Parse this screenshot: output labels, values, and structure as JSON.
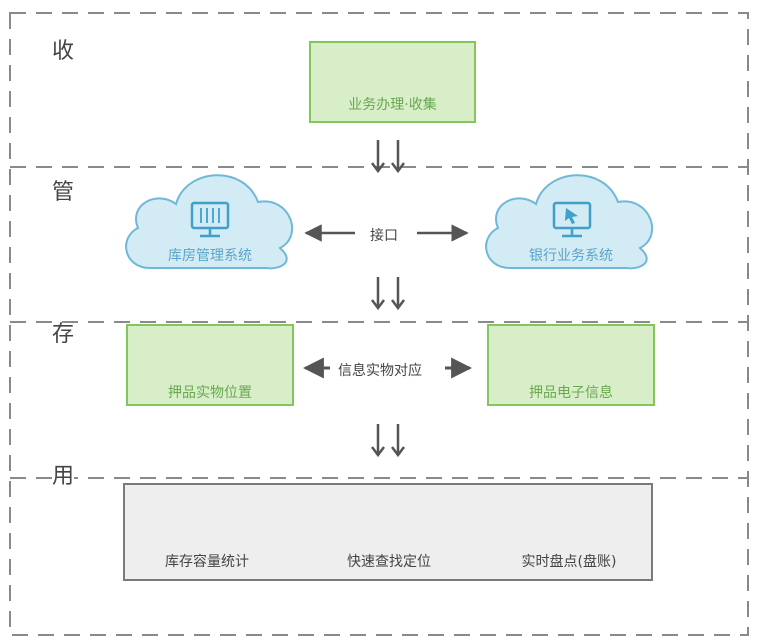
{
  "sections": {
    "shou": "收",
    "guan": "管",
    "cun": "存",
    "yong": "用"
  },
  "collect": {
    "label": "业务办理·收集",
    "icon": "document-tray-icon"
  },
  "manage": {
    "warehouse_system": "库房管理系统",
    "bank_system": "银行业务系统",
    "link_label": "接口",
    "warehouse_icon": "monitor-equalizer-icon",
    "bank_icon": "monitor-cursor-icon"
  },
  "store": {
    "location": "押品实物位置",
    "electronic": "押品电子信息",
    "link_label": "信息实物对应",
    "location_icon": "map-pin-icon",
    "electronic_icon": "message-lines-icon"
  },
  "use": {
    "items": [
      {
        "label": "库存容量统计",
        "icon": "pie-chart-icon"
      },
      {
        "label": "快速查找定位",
        "icon": "magnifier-frame-icon"
      },
      {
        "label": "实时盘点(盘账)",
        "icon": "box-search-icon"
      }
    ]
  },
  "colors": {
    "green_fill": "#d7eec8",
    "green_border": "#82c65c",
    "green_icon": "#6cb84a",
    "cloud_fill": "#d3ebf4",
    "cloud_border": "#6fb8d6",
    "blue_icon": "#3fa0c8",
    "gray_fill": "#eeeeee",
    "dash": "#8a8a8a",
    "arrow": "#555555"
  }
}
